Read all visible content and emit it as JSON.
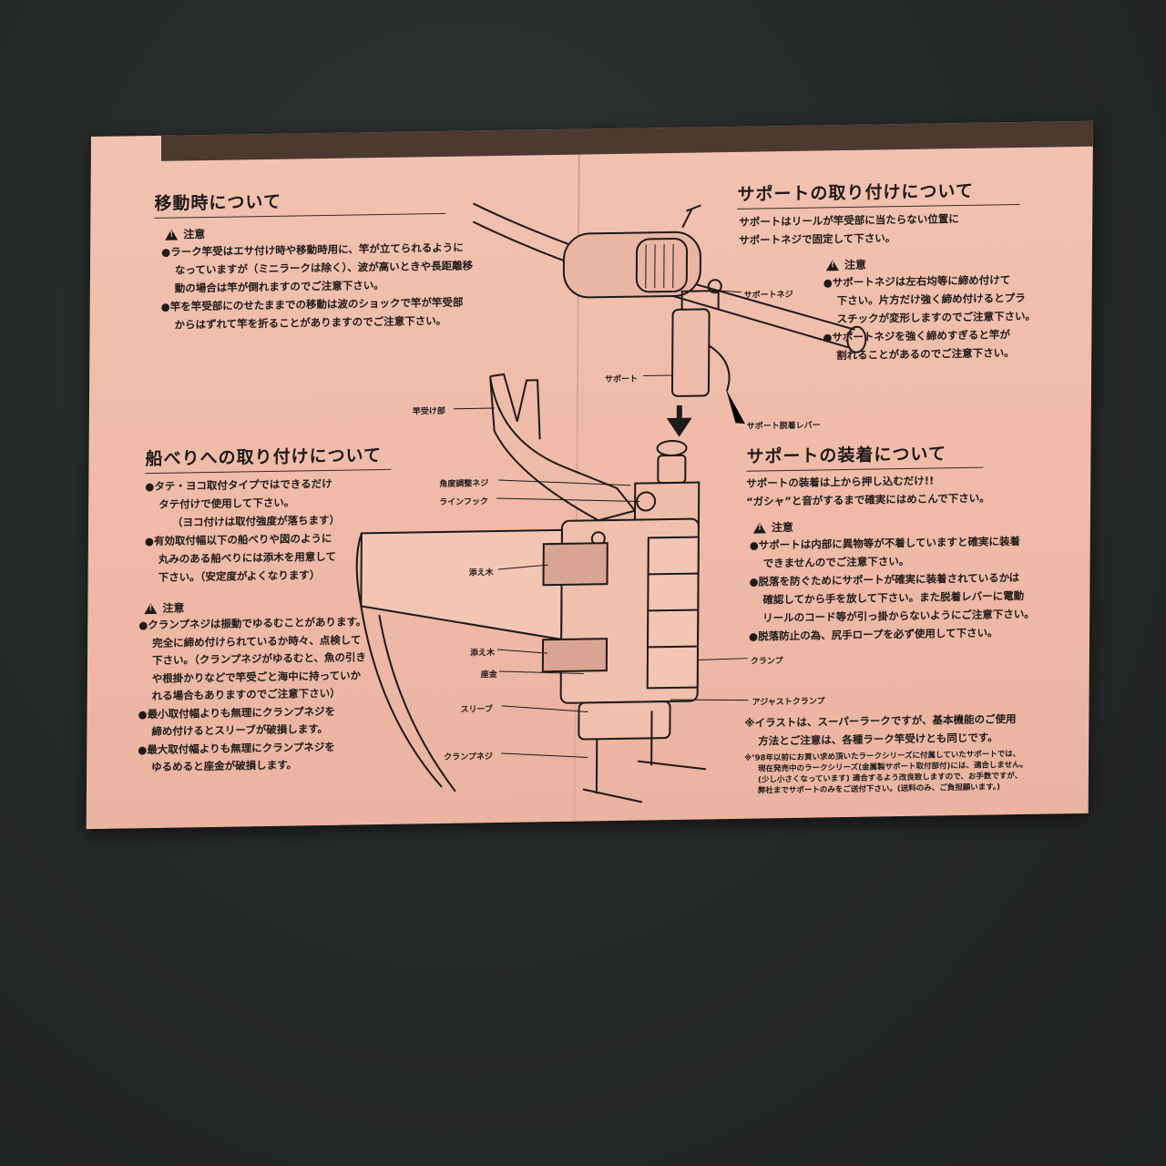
{
  "left": {
    "moving": {
      "title": "移動時について",
      "caution_label": "注意",
      "lines": [
        "●ラーク竿受はエサ付け時や移動時用に、竿が立てられるように",
        "なっていますが（ミニラークは除く）、波が高いときや長距離移",
        "動の場合は竿が倒れますのでご注意下さい。",
        "●竿を竿受部にのせたままでの移動は波のショックで竿が竿受部",
        "からはずれて竿を折ることがありますのでご注意下さい。"
      ]
    },
    "gunwale": {
      "title": "船べりへの取り付けについて",
      "lines": [
        "●タテ・ヨコ取付タイプではできるだけ",
        "タテ付けで使用して下さい。",
        "（ヨコ付けは取付強度が落ちます）",
        "●有効取付幅以下の船べりや図のように",
        "丸みのある船べりには添木を用意して",
        "下さい。（安定度がよくなります）"
      ],
      "caution_label": "注意",
      "caution_lines": [
        "●クランプネジは振動でゆるむことがあります。",
        "完全に締め付けられているか時々、点検して",
        "下さい。（クランプネジがゆるむと、魚の引き",
        "や根掛かりなどで竿受ごと海中に持っていか",
        "れる場合もありますのでご注意下さい）",
        "●最小取付幅よりも無理にクランプネジを",
        "締め付けるとスリーブが破損します。",
        "●最大取付幅よりも無理にクランプネジを",
        "ゆるめると座金が破損します。"
      ]
    }
  },
  "right": {
    "support_mount": {
      "title": "サポートの取り付けについて",
      "lines": [
        "サポートはリールが竿受部に当たらない位置に",
        "サポートネジで固定して下さい。"
      ],
      "caution_label": "注意",
      "caution_lines": [
        "●サポートネジは左右均等に締め付けて",
        "下さい。片方だけ強く締め付けるとプラ",
        "スチックが変形しますのでご注意下さい。",
        "●サポートネジを強く締めすぎると竿が",
        "割れることがあるのでご注意下さい。"
      ]
    },
    "support_attach": {
      "title": "サポートの装着について",
      "lines": [
        "サポートの装着は上から押し込むだけ!!",
        "“ガシャ”と音がするまで確実にはめこんで下さい。"
      ],
      "caution_label": "注意",
      "caution_lines": [
        "●サポートは内部に異物等が不着していますと確実に装着",
        "できませんのでご注意下さい。",
        "●脱落を防ぐためにサポートが確実に装着されているかは",
        "確認してから手を放して下さい。また脱着レバーに電動",
        "リールのコード等が引っ掛からないようにご注意下さい。",
        "●脱落防止の為、尻手ロープを必ず使用して下さい。"
      ]
    },
    "note_lines": [
      "※イラストは、スーパーラークですが、基本機能のご使用",
      "方法とご注意は、各種ラーク竿受けとも同じです。"
    ],
    "fine_lines": [
      "※’98年以前にお買い求め頂いたラークシリーズに付属していたサポートでは、",
      "現在発売中のラークシリーズ(金属製サポート取付部付)には、適合しません。",
      "(少し小さくなっています) 適合するよう改良致しますので、お手数ですが、",
      "弊社までサポートのみをご送付下さい。(送料のみ、ご負担願います。)"
    ]
  },
  "labels": {
    "support_screw": "サポートネジ",
    "support": "サポート",
    "support_release_lever": "サポート脱着レバー",
    "rod_holder": "竿受け部",
    "angle_screw": "角度調整ネジ",
    "line_hook": "ラインフック",
    "splint_top": "添え木",
    "splint_bottom": "添え木",
    "washer": "座金",
    "sleeve": "スリーブ",
    "clamp_screw": "クランプネジ",
    "clamp": "クランプ",
    "adjust_clamp": "アジャストクランプ"
  },
  "colors": {
    "paper": "#f0bba8",
    "ink": "#1d1a18",
    "background": "#262a28"
  }
}
